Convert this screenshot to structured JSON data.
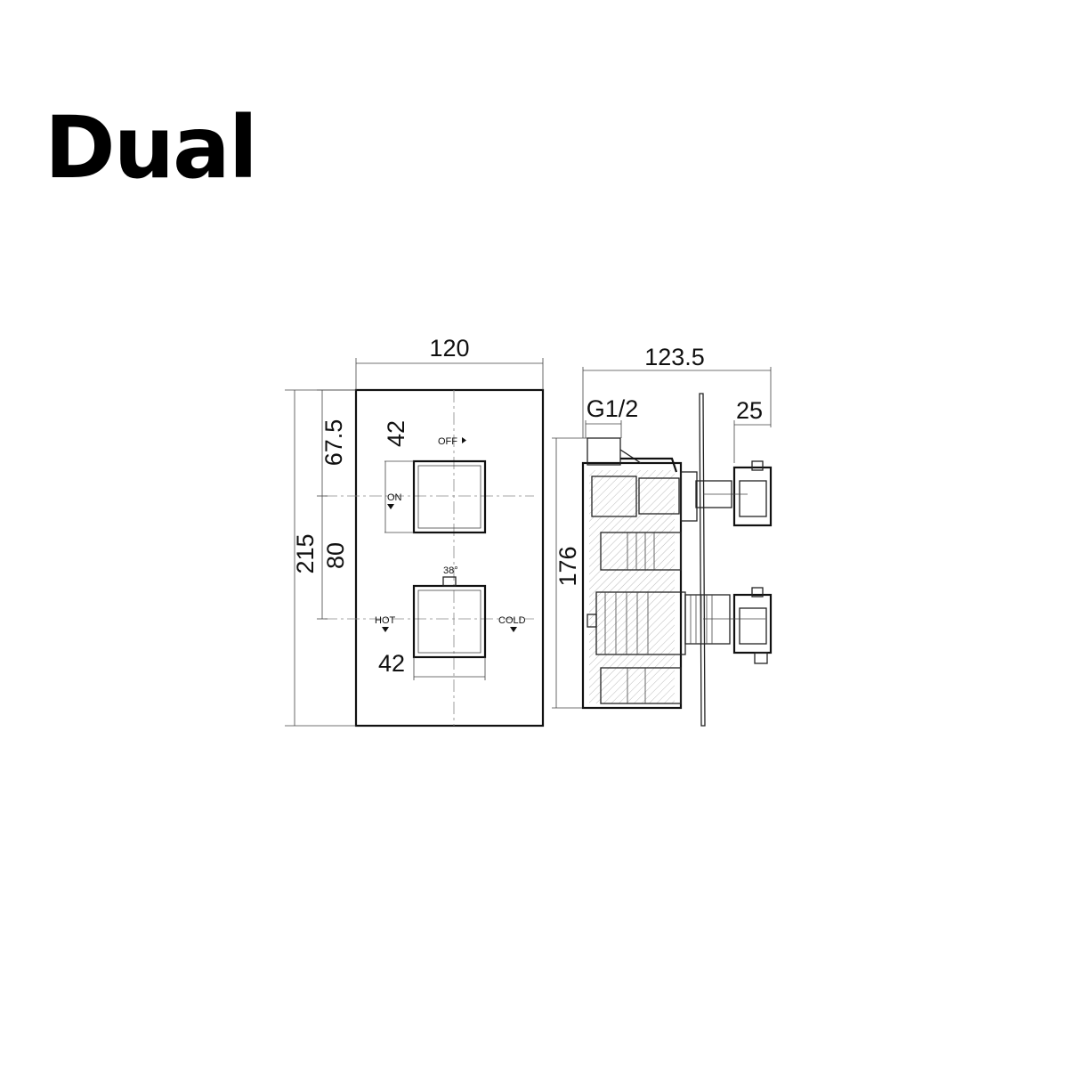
{
  "title": "Dual",
  "front_view": {
    "width_dim": "120",
    "height_dim": "215",
    "dim_top_offset": "67.5",
    "dim_spacing": "80",
    "handle_top_size": "42",
    "handle_bottom_size": "42",
    "label_off": "OFF",
    "label_on": "ON",
    "label_hot": "HOT",
    "label_cold": "COLD",
    "label_angle": "38°"
  },
  "side_view": {
    "depth_dim": "123.5",
    "thread_dim": "G1/2",
    "projection_dim": "25",
    "body_height_dim": "176"
  }
}
